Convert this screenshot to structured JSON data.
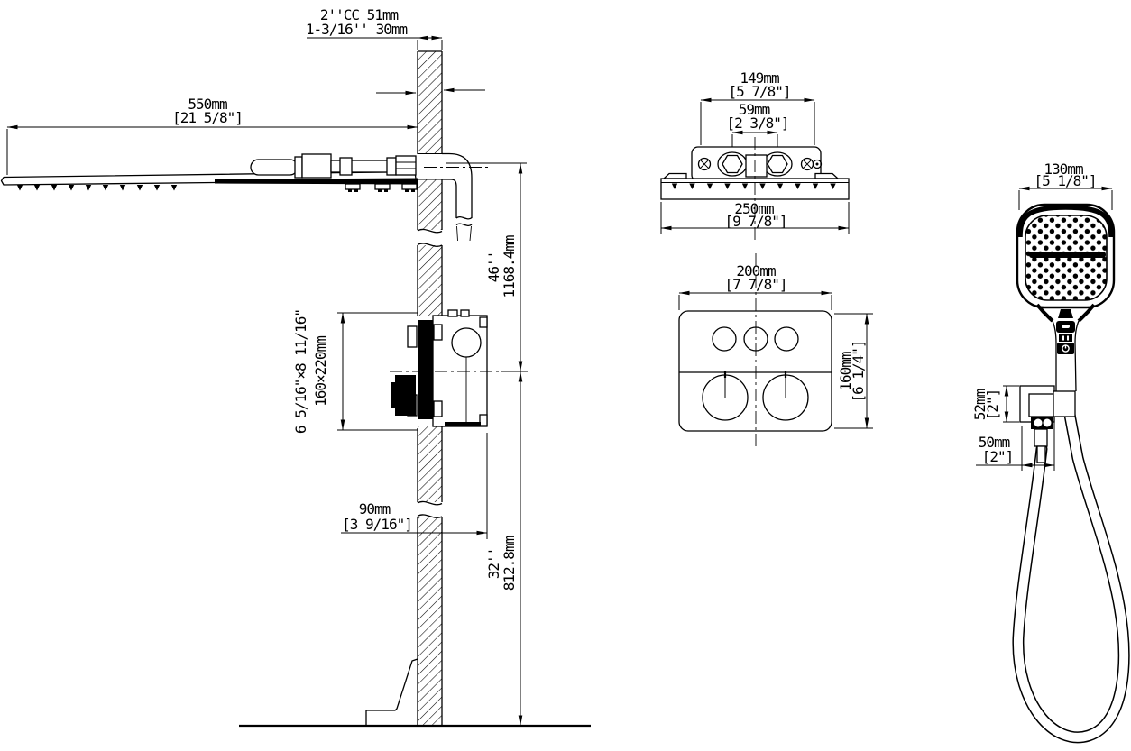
{
  "side_view": {
    "cc_label": "2''CC 51mm",
    "wall_thickness_label": "1-3/16'' 30mm",
    "head_length_mm": "550mm",
    "head_length_in": "[21 5/8\"]",
    "upper_height_in": "46''",
    "upper_height_mm": "1168.4mm",
    "valve_box_size_in": "6 5/16\"×8 11/16\"",
    "valve_box_size_mm": "160×220mm",
    "valve_depth_mm": "90mm",
    "valve_depth_in": "[3 9/16\"]",
    "lower_height_in": "32''",
    "lower_height_mm": "812.8mm"
  },
  "head_front_view": {
    "bracket_width_mm": "149mm",
    "bracket_width_in": "[5 7/8\"]",
    "inlet_spacing_mm": "59mm",
    "inlet_spacing_in": "[2 3/8\"]",
    "head_width_mm": "250mm",
    "head_width_in": "[9 7/8\"]"
  },
  "valve_front_view": {
    "width_mm": "200mm",
    "width_in": "[7 7/8\"]",
    "height_mm": "160mm",
    "height_in": "[6 1/4\"]"
  },
  "hand_shower_view": {
    "head_width_mm": "130mm",
    "head_width_in": "[5 1/8\"]",
    "holder_height_mm": "52mm",
    "holder_height_in": "[2\"]",
    "hose_offset_mm": "50mm",
    "hose_offset_in": "[2\"]"
  }
}
